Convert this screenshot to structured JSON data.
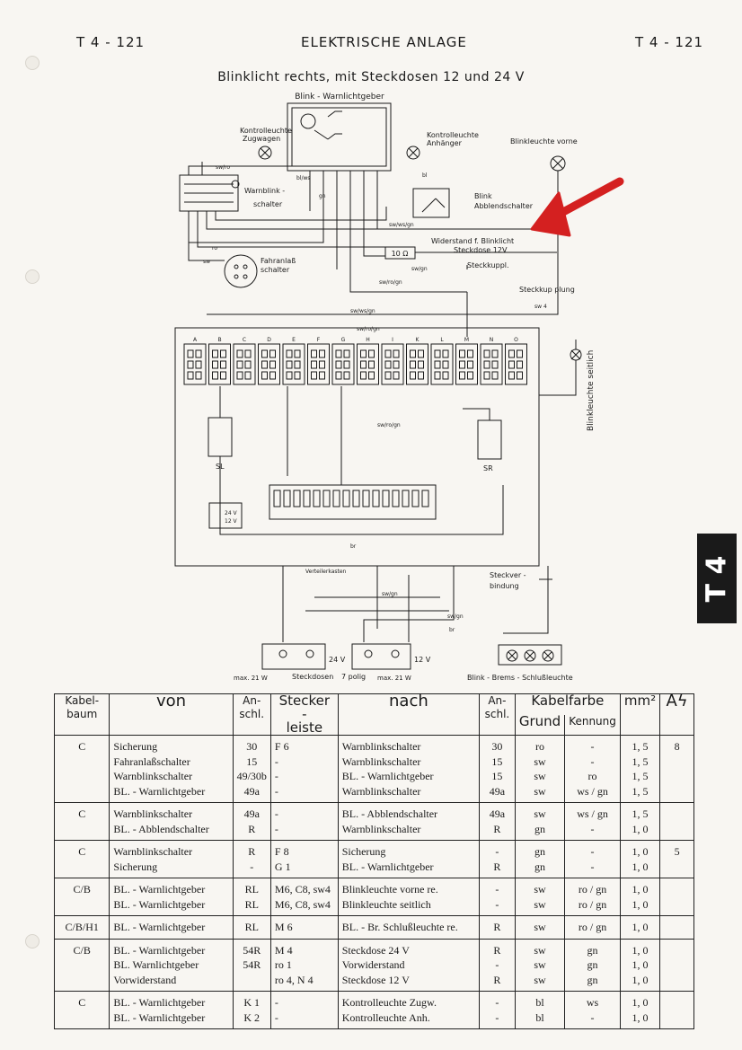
{
  "page": {
    "code_left": "T 4 - 121",
    "code_right": "T 4 - 121",
    "header": "ELEKTRISCHE ANLAGE",
    "title": "Blinklicht rechts, mit Steckdosen 12 und 24 V",
    "tab": "T 4"
  },
  "diagram": {
    "warn_geber": "Blink - Warnlichtgeber",
    "kontroll_zug": [
      "Kontrolleuchte",
      "Zugwagen"
    ],
    "kontroll_anh": [
      "Kontrolleuchte",
      "Anhänger"
    ],
    "blink_vorne": "Blinkleuchte  vorne",
    "warnblink_schalter": [
      "Warnblink -",
      "schalter"
    ],
    "blink_abblend": [
      "Blink",
      "Abblendschalter"
    ],
    "widerstand": [
      "Widerstand f. Blinklicht",
      "Steckdose 12V"
    ],
    "widerstand_value": "10 Ω",
    "fahranlass": [
      "Fahranlaß",
      "schalter"
    ],
    "steckkuppl": "Steckkuppl.",
    "steckkupplung": "Steckkup plung",
    "blink_seitlich": "Blinkleuchte seitlich",
    "sl": "SL",
    "sr": "SR",
    "verteilerkasten": "Verteilerkasten",
    "steckverbindung": [
      "Steckver -",
      "bindung"
    ],
    "steckdosen": "Steckdosen",
    "polig": "7 polig",
    "v24": "24 V",
    "v12": "12 V",
    "max21a": "max. 21 W",
    "max21b": "max. 21 W",
    "schluss": "Blink - Brems - Schlußleuchte",
    "fuse_cols": [
      "A",
      "B",
      "C",
      "D",
      "E",
      "F",
      "G",
      "H",
      "I",
      "K",
      "L",
      "M",
      "N",
      "O"
    ],
    "wires": [
      "sw/ro",
      "bl/ws",
      "gn",
      "sw/ws/gn",
      "ro",
      "sw",
      "sw/gn",
      "sw/ro/gn",
      "sw/ws/gn",
      "br",
      "sw/gn",
      "sw/gn",
      "br",
      "sw 4",
      "bl",
      "sw/ro/gn",
      "sw/ro/gn"
    ]
  },
  "table": {
    "headers": {
      "kabelbaum": [
        "Kabel-",
        "baum"
      ],
      "von": "von",
      "anschl": [
        "An-",
        "schl."
      ],
      "stecker": [
        "Stecker -",
        "leiste"
      ],
      "nach": "nach",
      "anschl2": [
        "An-",
        "schl."
      ],
      "kabelfarbe": "Kabelfarbe",
      "grund": "Grund",
      "kennung": "Kennung",
      "mm2": "mm²",
      "a": "A"
    },
    "groups": [
      {
        "baum": "C",
        "von": [
          "Sicherung",
          "Fahranlaßschalter",
          "Warnblinkschalter",
          "BL. - Warnlichtgeber"
        ],
        "an": [
          "30",
          "15",
          "49/30b",
          "49a"
        ],
        "st": [
          "F 6",
          "-",
          "-",
          "-"
        ],
        "nach": [
          "Warnblinkschalter",
          "Warnblinkschalter",
          "BL. - Warnlichtgeber",
          "Warnblinkschalter"
        ],
        "an2": [
          "30",
          "15",
          "15",
          "49a"
        ],
        "grund": [
          "ro",
          "sw",
          "sw",
          "sw"
        ],
        "kenn": [
          "-",
          "-",
          "ro",
          "ws / gn"
        ],
        "mm": [
          "1, 5",
          "1, 5",
          "1, 5",
          "1, 5"
        ],
        "a": [
          "8"
        ]
      },
      {
        "baum": "C",
        "von": [
          "Warnblinkschalter",
          "BL. - Abblendschalter"
        ],
        "an": [
          "49a",
          "R"
        ],
        "st": [
          "-",
          "-"
        ],
        "nach": [
          "BL. - Abblendschalter",
          "Warnblinkschalter"
        ],
        "an2": [
          "49a",
          "R"
        ],
        "grund": [
          "sw",
          "gn"
        ],
        "kenn": [
          "ws / gn",
          "-"
        ],
        "mm": [
          "1, 5",
          "1, 0"
        ],
        "a": []
      },
      {
        "baum": "C",
        "von": [
          "Warnblinkschalter",
          "Sicherung"
        ],
        "an": [
          "R",
          "-"
        ],
        "st": [
          "F 8",
          "G 1"
        ],
        "nach": [
          "Sicherung",
          "BL. - Warnlichtgeber"
        ],
        "an2": [
          "-",
          "R"
        ],
        "grund": [
          "gn",
          "gn"
        ],
        "kenn": [
          "-",
          "-"
        ],
        "mm": [
          "1, 0",
          "1, 0"
        ],
        "a": [
          "5"
        ]
      },
      {
        "baum": "C/B",
        "von": [
          "BL. - Warnlichtgeber",
          "BL. - Warnlichtgeber"
        ],
        "an": [
          "RL",
          "RL"
        ],
        "st": [
          "M6, C8, sw4",
          "M6, C8, sw4"
        ],
        "nach": [
          "Blinkleuchte vorne re.",
          "Blinkleuchte seitlich"
        ],
        "an2": [
          "-",
          "-"
        ],
        "grund": [
          "sw",
          "sw"
        ],
        "kenn": [
          "ro / gn",
          "ro / gn"
        ],
        "mm": [
          "1, 0",
          "1, 0"
        ],
        "a": []
      },
      {
        "baum": "C/B/H1",
        "von": [
          "BL. - Warnlichtgeber"
        ],
        "an": [
          "RL"
        ],
        "st": [
          "M 6"
        ],
        "nach": [
          "BL. - Br. Schlußleuchte re."
        ],
        "an2": [
          "R"
        ],
        "grund": [
          "sw"
        ],
        "kenn": [
          "ro / gn"
        ],
        "mm": [
          "1, 0"
        ],
        "a": []
      },
      {
        "baum": "C/B",
        "von": [
          "BL. - Warnlichtgeber",
          "BL.  Warnlichtgeber",
          "Vorwiderstand"
        ],
        "an": [
          "54R",
          "54R",
          ""
        ],
        "st": [
          "M 4",
          "ro 1",
          "ro 4,  N 4"
        ],
        "nach": [
          "Steckdose 24 V",
          "Vorwiderstand",
          "Steckdose 12 V"
        ],
        "an2": [
          "R",
          "-",
          "R"
        ],
        "grund": [
          "sw",
          "sw",
          "sw"
        ],
        "kenn": [
          "gn",
          "gn",
          "gn"
        ],
        "mm": [
          "1, 0",
          "1, 0",
          "1, 0"
        ],
        "a": []
      },
      {
        "baum": "C",
        "von": [
          "BL. - Warnlichtgeber",
          "BL. - Warnlichtgeber"
        ],
        "an": [
          "K 1",
          "K 2"
        ],
        "st": [
          "-",
          "-"
        ],
        "nach": [
          "Kontrolleuchte Zugw.",
          "Kontrolleuchte Anh."
        ],
        "an2": [
          "-",
          "-"
        ],
        "grund": [
          "bl",
          "bl"
        ],
        "kenn": [
          "ws",
          "-"
        ],
        "mm": [
          "1, 0",
          "1, 0"
        ],
        "a": []
      }
    ]
  },
  "colors": {
    "arrow": "#d42020",
    "ink": "#1a1a1a",
    "paper": "#f8f6f2"
  }
}
